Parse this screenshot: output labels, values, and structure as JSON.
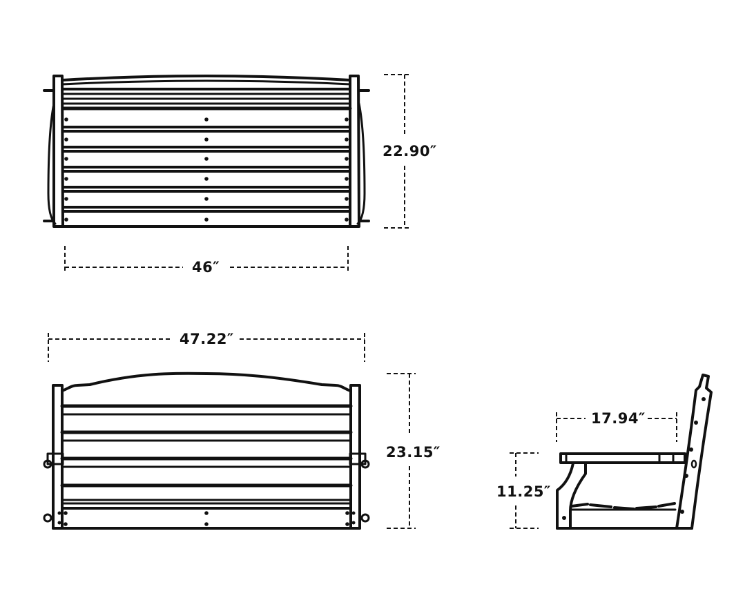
{
  "diagram": {
    "subject": "porch swing dimension drawing",
    "colors": {
      "line": "#111111",
      "background": "#ffffff"
    },
    "views": [
      {
        "id": "top-view",
        "dimensions": {
          "depth": "22.90″",
          "seat_width": "46″"
        }
      },
      {
        "id": "front-view",
        "dimensions": {
          "overall_width": "47.22″",
          "height": "23.15″"
        }
      },
      {
        "id": "side-view",
        "dimensions": {
          "seat_depth": "17.94″",
          "seat_height": "11.25″"
        }
      }
    ]
  }
}
